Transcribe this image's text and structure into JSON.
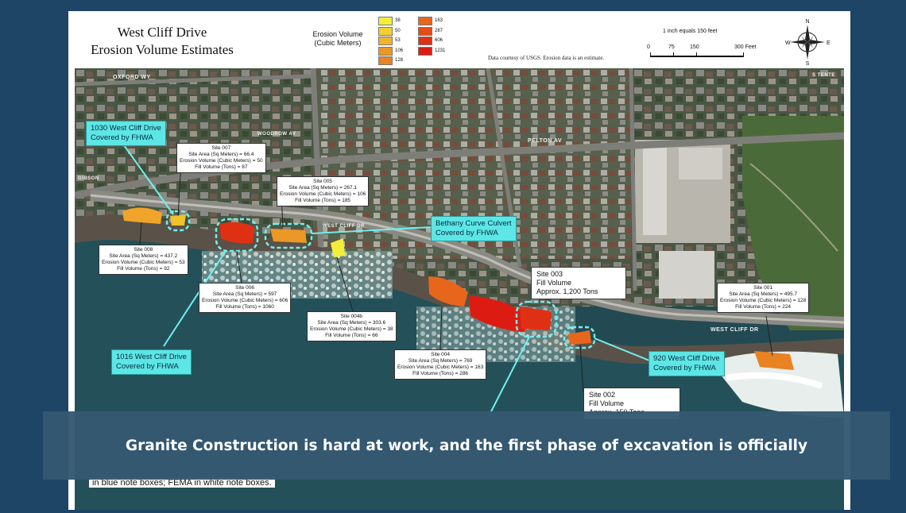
{
  "map": {
    "title_line1": "West Cliff Drive",
    "title_line2": "Erosion Volume Estimates",
    "legend_title": "Erosion Volume (Cubic Meters)",
    "legend_items": [
      {
        "label": "38",
        "color": "#f2ee3a"
      },
      {
        "label": "50",
        "color": "#f2d12e"
      },
      {
        "label": "53",
        "color": "#efb42a"
      },
      {
        "label": "106",
        "color": "#ec9826"
      },
      {
        "label": "128",
        "color": "#e98222"
      },
      {
        "label": "163",
        "color": "#e8661c"
      },
      {
        "label": "287",
        "color": "#e44c18"
      },
      {
        "label": "606",
        "color": "#e03014"
      },
      {
        "label": "1231",
        "color": "#dc1c12"
      }
    ],
    "credit": "Data courtesy of USGS. Erosion data is an estimate.",
    "scale_title": "1 inch equals  150 feet",
    "scale_labels": [
      "0",
      "75",
      "150",
      "300 Feet"
    ],
    "compass": {
      "n": "N",
      "s": "S",
      "e": "E",
      "w": "W"
    },
    "streets": {
      "oxford": "OXFORD WY",
      "pelton": "PELTON AV",
      "west_cliff_upper": "WEST CLIFF DR",
      "west_cliff_lower": "WEST CLIFF DR",
      "gibson": "GIBSON",
      "woodrow": "WOODROW AV",
      "stenton": "S TENTE"
    },
    "sites": {
      "s007": [
        "Site 007",
        "Site Area (Sq Meters) = 66.4",
        "Erosion Volume (Cubic Meters) = 50",
        "Fill Volume (Tons) = 87"
      ],
      "s005": [
        "Site 005",
        "Site Area (Sq Meters) = 267.1",
        "Erosion Volume (Cubic Meters) = 106",
        "Fill Volume (Tons) = 185"
      ],
      "s008": [
        "Site 008",
        "Site Area (Sq Meters) = 437.2",
        "Erosion Volume (Cubic Meters) = 53",
        "Fill Volume (Tons) = 92"
      ],
      "s006": [
        "Site 006",
        "Site Area (Sq Meters) = 597",
        "Erosion Volume (Cubic Meters) = 606",
        "Fill Volume (Tons) = 1060"
      ],
      "s004b": [
        "Site 004b",
        "Site Area (Sq Meters) = 303.6",
        "Erosion Volume (Cubic Meters) = 38",
        "Fill Volume (Tons) = 66"
      ],
      "s004": [
        "Site 004",
        "Site Area (Sq Meters) = 769",
        "Erosion Volume (Cubic Meters) = 163",
        "Fill Volume (Tons) = 286"
      ],
      "s001": [
        "Site 001",
        "Site Area (Sq Meters) = 495.7",
        "Erosion Volume (Cubic Meters) = 128",
        "Fill Volume (Tons) = 224"
      ]
    },
    "fill_notes": {
      "s003": [
        "Site 003",
        "Fill Volume",
        "Approx. 1,200 Tons"
      ],
      "s002": [
        "Site 002",
        "Fill Volume",
        "Approx. 150 Tons"
      ]
    },
    "fhwa_notes": {
      "n1030": [
        "1030 West Cliff Drive",
        "Covered by FHWA"
      ],
      "bethany": [
        "Bethany Curve Culvert",
        "Covered by FHWA"
      ],
      "n1016": [
        "1016 West Cliff Drive",
        "Covered by FHWA"
      ],
      "n920": [
        "920 West Cliff Drive",
        "Covered by FHWA"
      ]
    },
    "footnote": "in blue note boxes; FEMA in white note boxes."
  },
  "caption": "Granite Construction is hard at work, and the first phase of excavation is officially"
}
